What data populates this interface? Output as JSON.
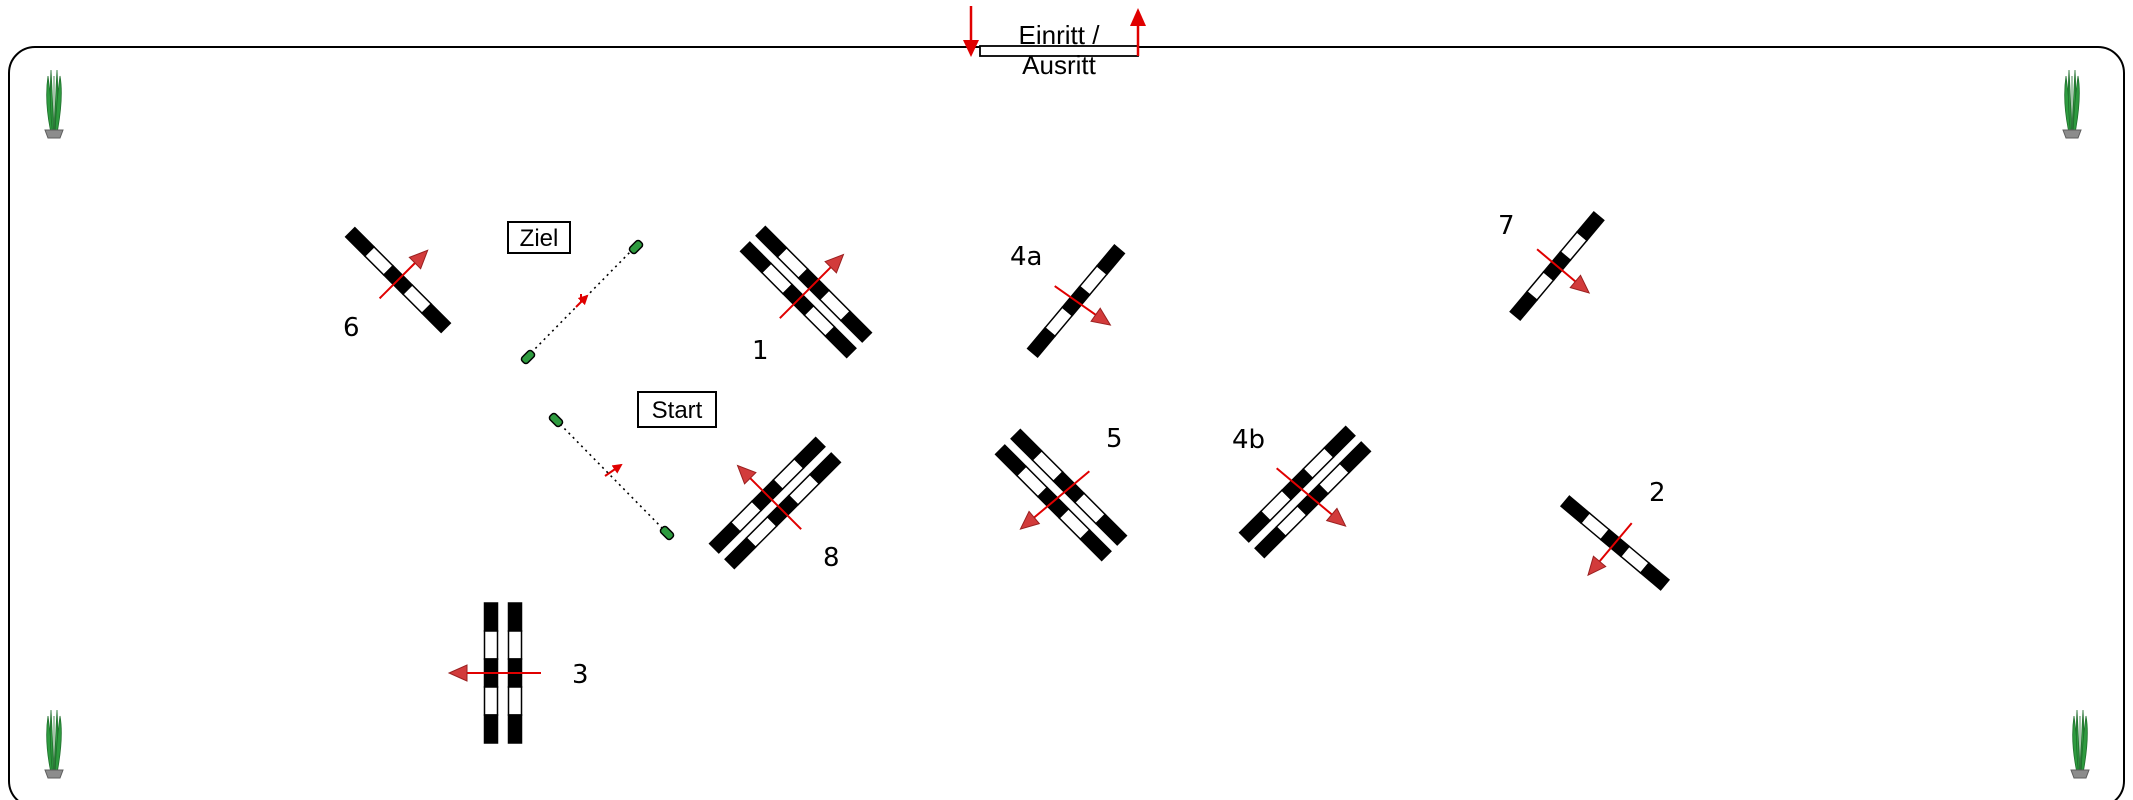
{
  "entrance": {
    "line1": "Einritt /",
    "line2": "Ausritt"
  },
  "labels": {
    "finish": "Ziel",
    "start": "Start"
  },
  "obstacles": [
    {
      "id": "1",
      "number": "1",
      "bars": 2
    },
    {
      "id": "2",
      "number": "2",
      "bars": 1
    },
    {
      "id": "3",
      "number": "3",
      "bars": 2
    },
    {
      "id": "4a",
      "number": "4a",
      "bars": 1
    },
    {
      "id": "4b",
      "number": "4b",
      "bars": 2
    },
    {
      "id": "5",
      "number": "5",
      "bars": 2
    },
    {
      "id": "6",
      "number": "6",
      "bars": 1
    },
    {
      "id": "7",
      "number": "7",
      "bars": 1
    },
    {
      "id": "8",
      "number": "8",
      "bars": 2
    }
  ],
  "decorations": [
    {
      "name": "plant-icon"
    },
    {
      "name": "plant-icon"
    },
    {
      "name": "plant-icon"
    },
    {
      "name": "plant-icon"
    }
  ],
  "colors": {
    "arrow": "#e00000",
    "arrow_fill": "#d23b3b",
    "pole_dark": "#000000",
    "pole_light": "#ffffff",
    "plant": "#2e9b3f",
    "pot": "#8c8c8c",
    "border": "#000000"
  }
}
